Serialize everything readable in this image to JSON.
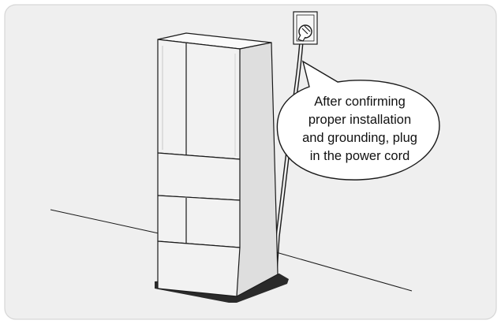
{
  "callout": {
    "lines": [
      "After confirming",
      "proper installation",
      "and grounding, plug",
      "in the power cord"
    ]
  },
  "colors": {
    "panel_background": "#efefef",
    "panel_border": "#d6d6d6",
    "line_art": "#1a1a1a",
    "fridge_body": "#f2f2f2",
    "fridge_side": "#dedede",
    "base_mat": "#2a2a2a"
  },
  "icons": [
    "refrigerator-illustration",
    "wall-outlet-icon",
    "plug-icon",
    "speech-bubble"
  ]
}
